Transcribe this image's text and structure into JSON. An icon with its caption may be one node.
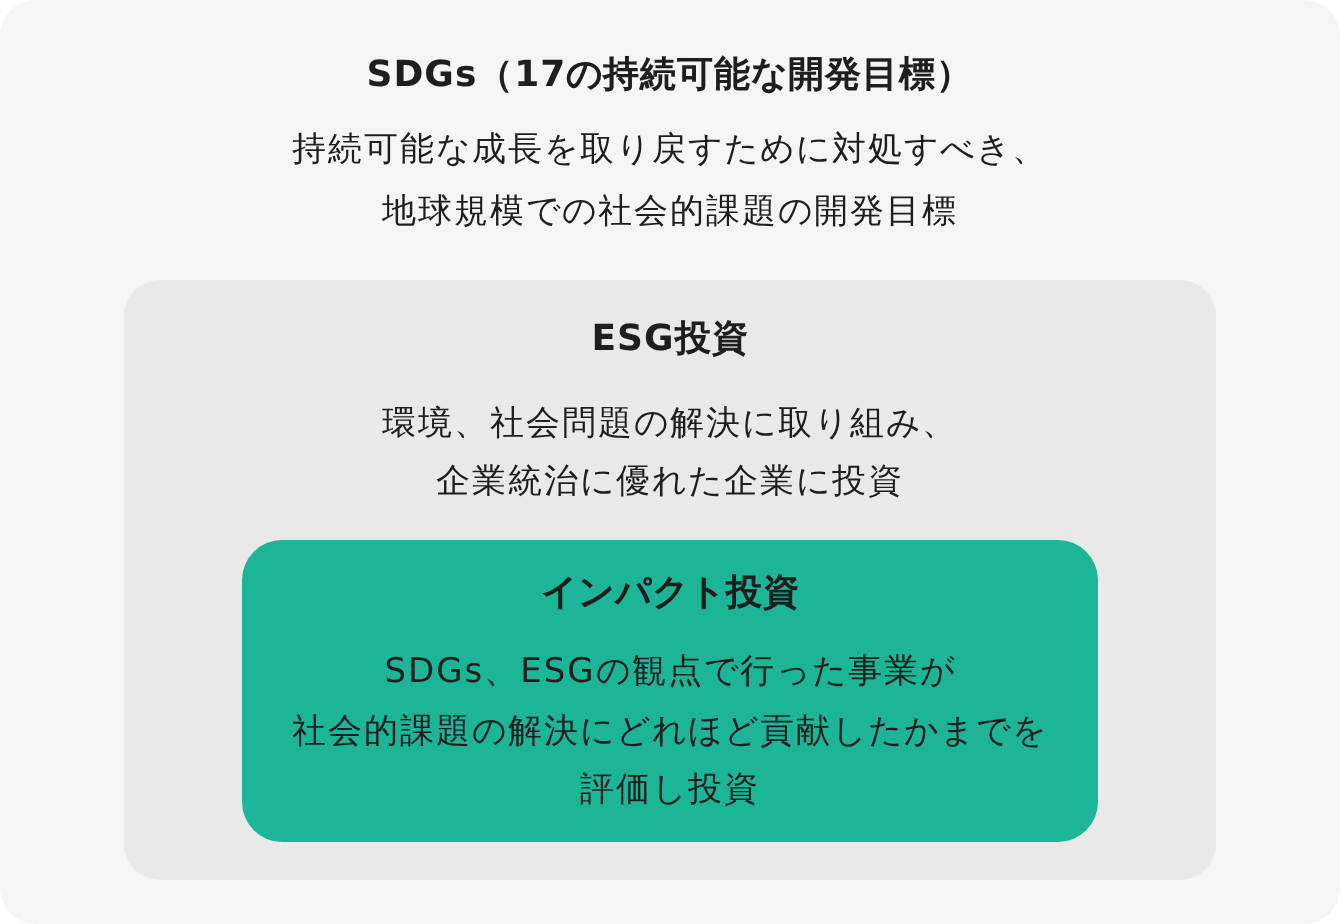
{
  "diagram": {
    "nodes": [
      {
        "text": [
          "SDGs（17の持続可能な開発目標）",
          "持続可能な成長を取り戻すために対処すべき、地球規模での社会的課題の開発目標"
        ]
      },
      {
        "text": [
          "ESG投資",
          "環境、社会問題の解決に取り組み、企業統治に優れた企業に投資"
        ],
        "in": 0
      },
      {
        "text": [
          "インパクト投資",
          "SDGs、ESGの観点で行った事業が社会的課題の解決にどれほど貢献したかまでを評価し投資"
        ],
        "in": 1
      }
    ]
  }
}
